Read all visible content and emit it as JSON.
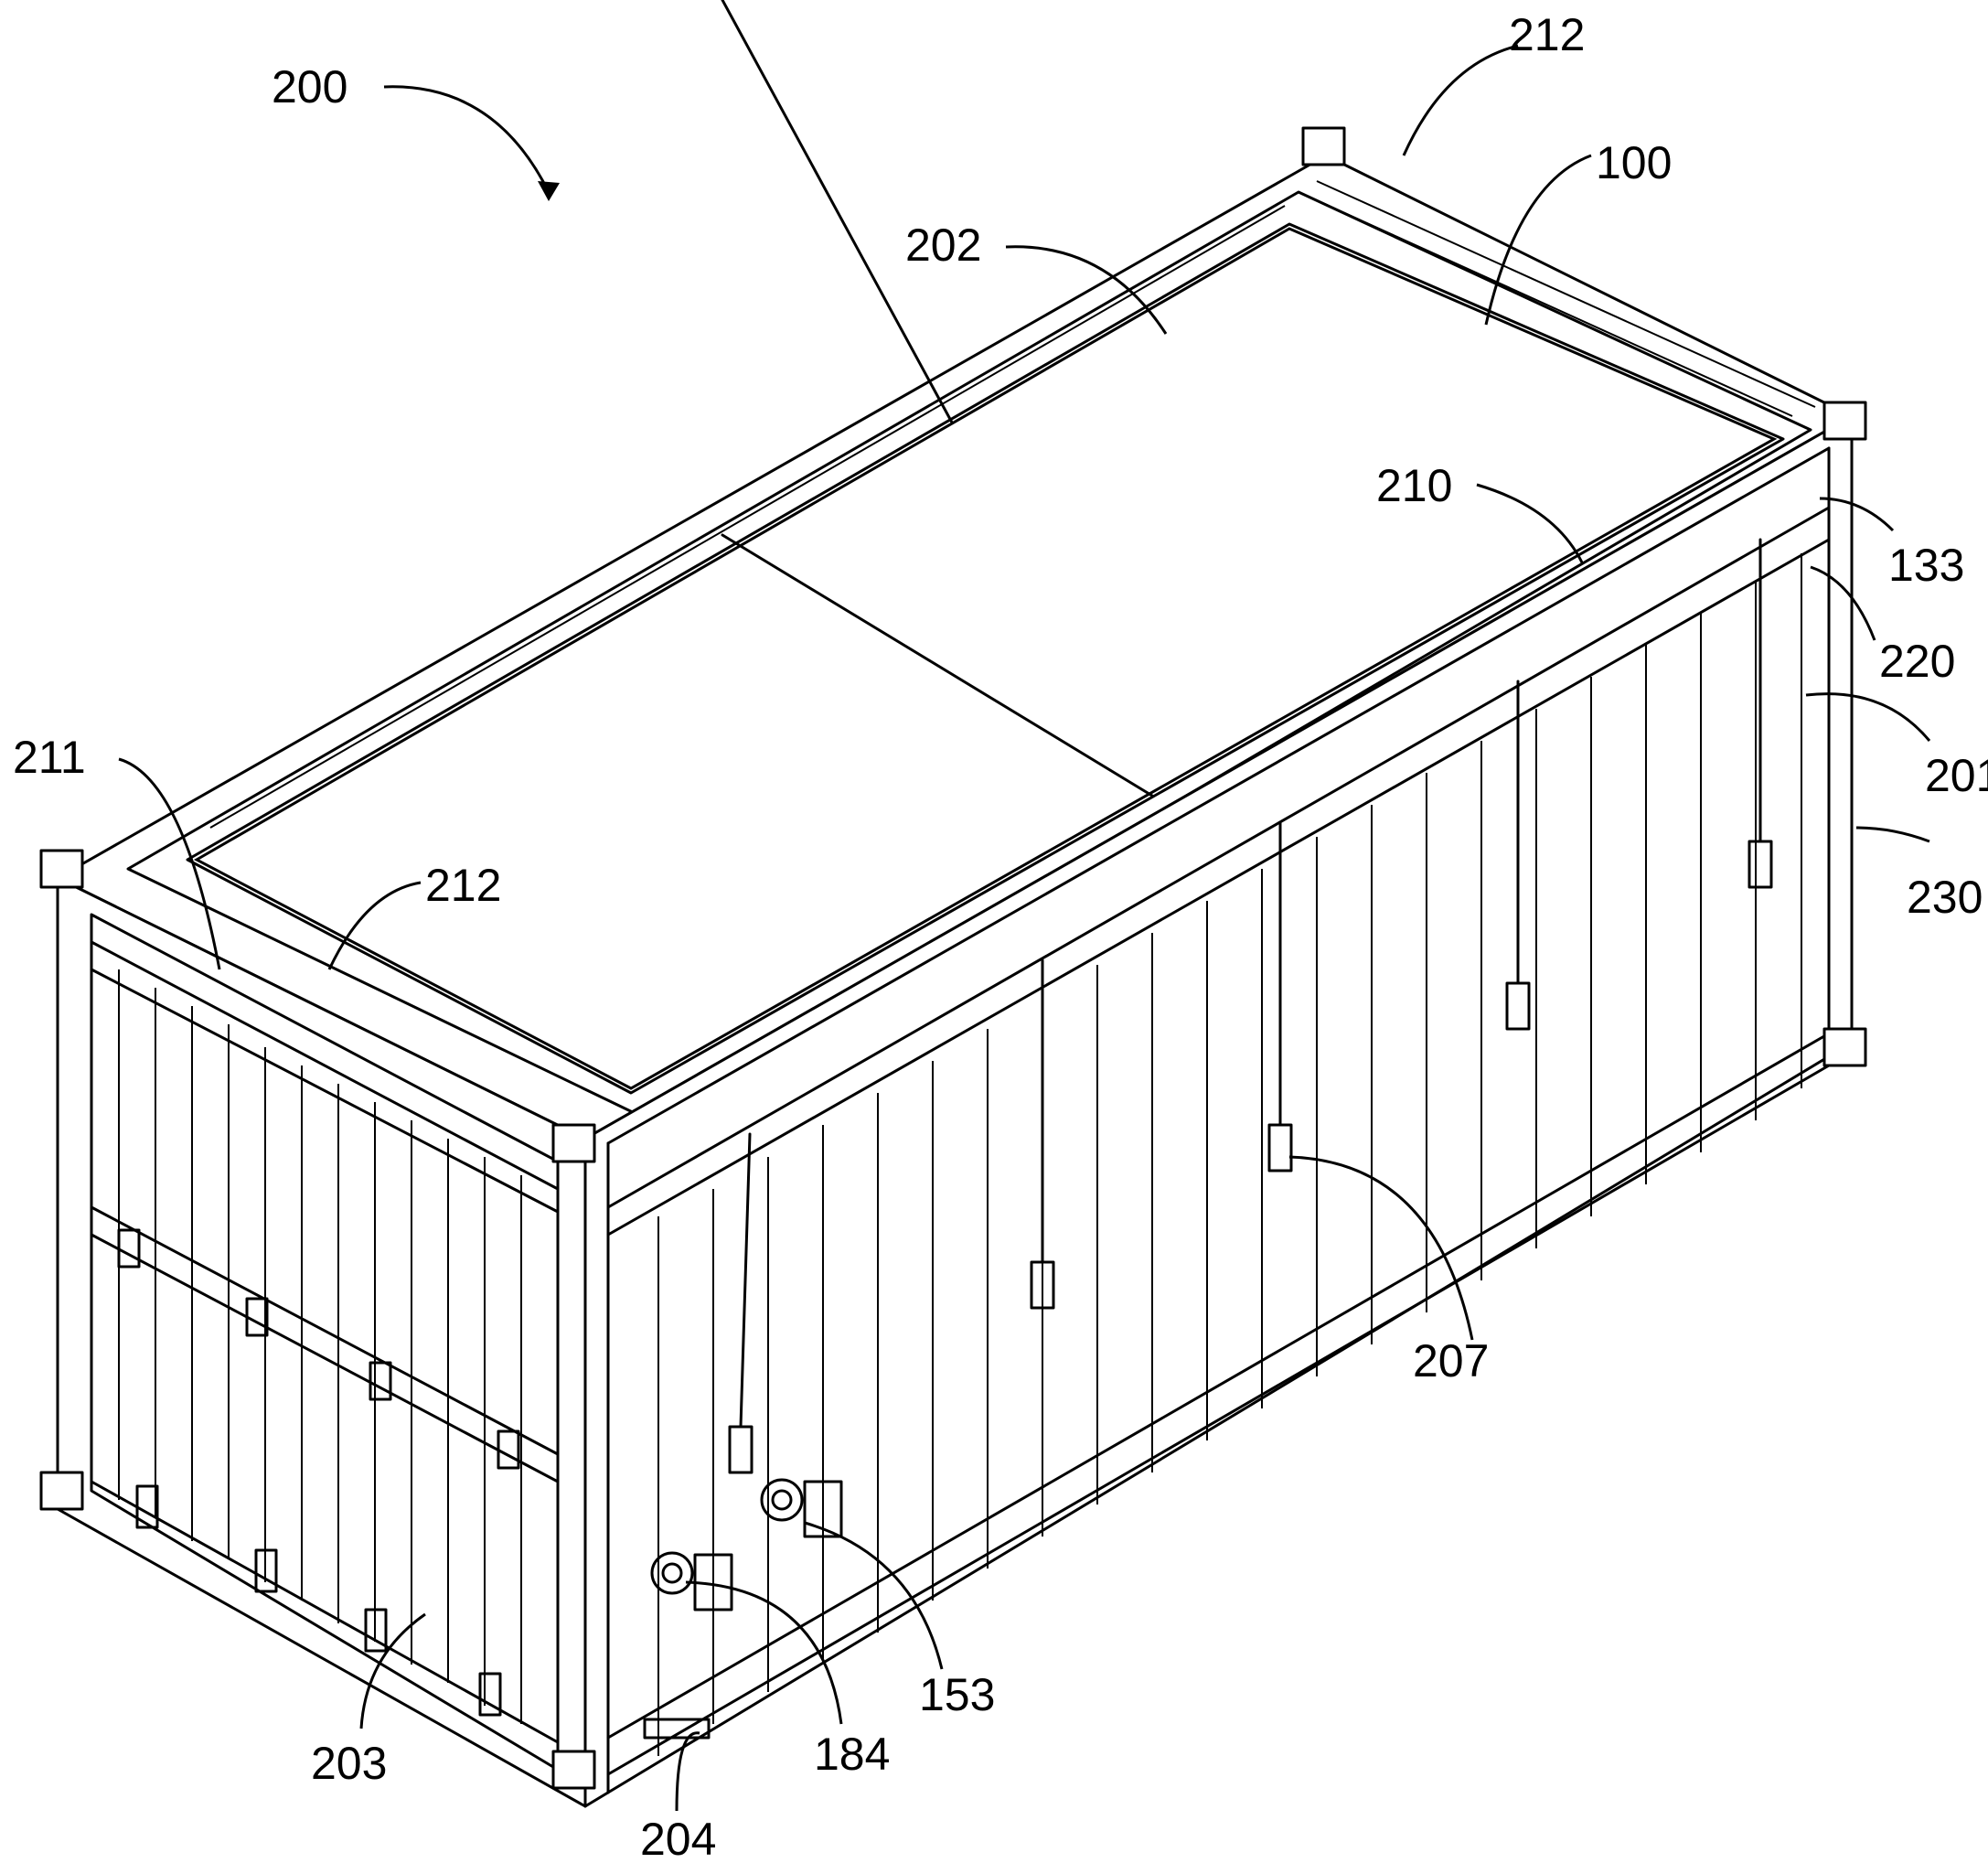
{
  "figure": {
    "labels": {
      "l200": "200",
      "l212_top": "212",
      "l100": "100",
      "l202": "202",
      "l210": "210",
      "l133": "133",
      "l220": "220",
      "l211": "211",
      "l201": "201",
      "l212_left": "212",
      "l230": "230",
      "l207": "207",
      "l203": "203",
      "l153": "153",
      "l184": "184",
      "l204": "204"
    }
  }
}
